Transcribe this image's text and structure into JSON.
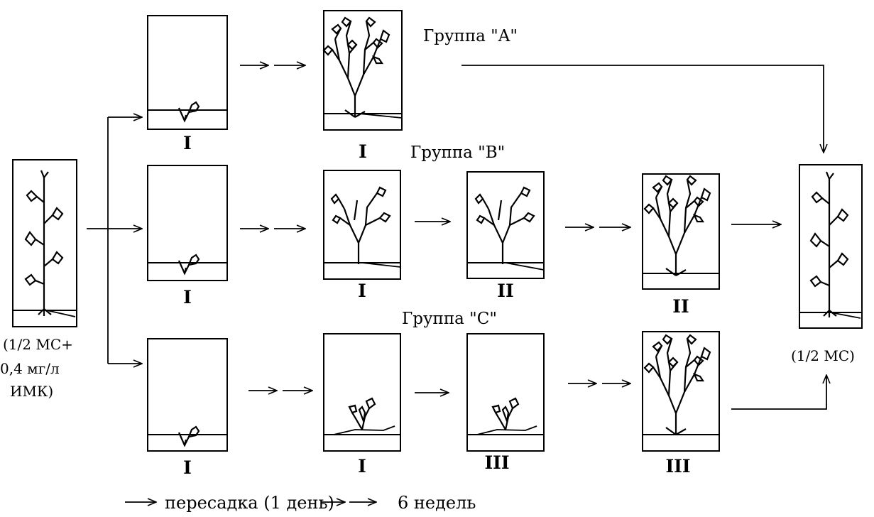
{
  "groups": {
    "a": "Группа \"A\"",
    "b": "Группа \"B\"",
    "c": "Группа \"C\""
  },
  "stage_labels": {
    "a1": "I",
    "a2": "I",
    "b1": "I",
    "b2": "I",
    "b3": "II",
    "b4": "II",
    "c1": "I",
    "c2": "I",
    "c3": "III",
    "c4": "III"
  },
  "start_medium": [
    "(1/2 MC+",
    "0,4 мг/л",
    "ИМК)"
  ],
  "end_medium": "(1/2 MC)",
  "legend": {
    "single_arrow": "пересадка (1 день)",
    "double_arrow": "6 недель"
  }
}
